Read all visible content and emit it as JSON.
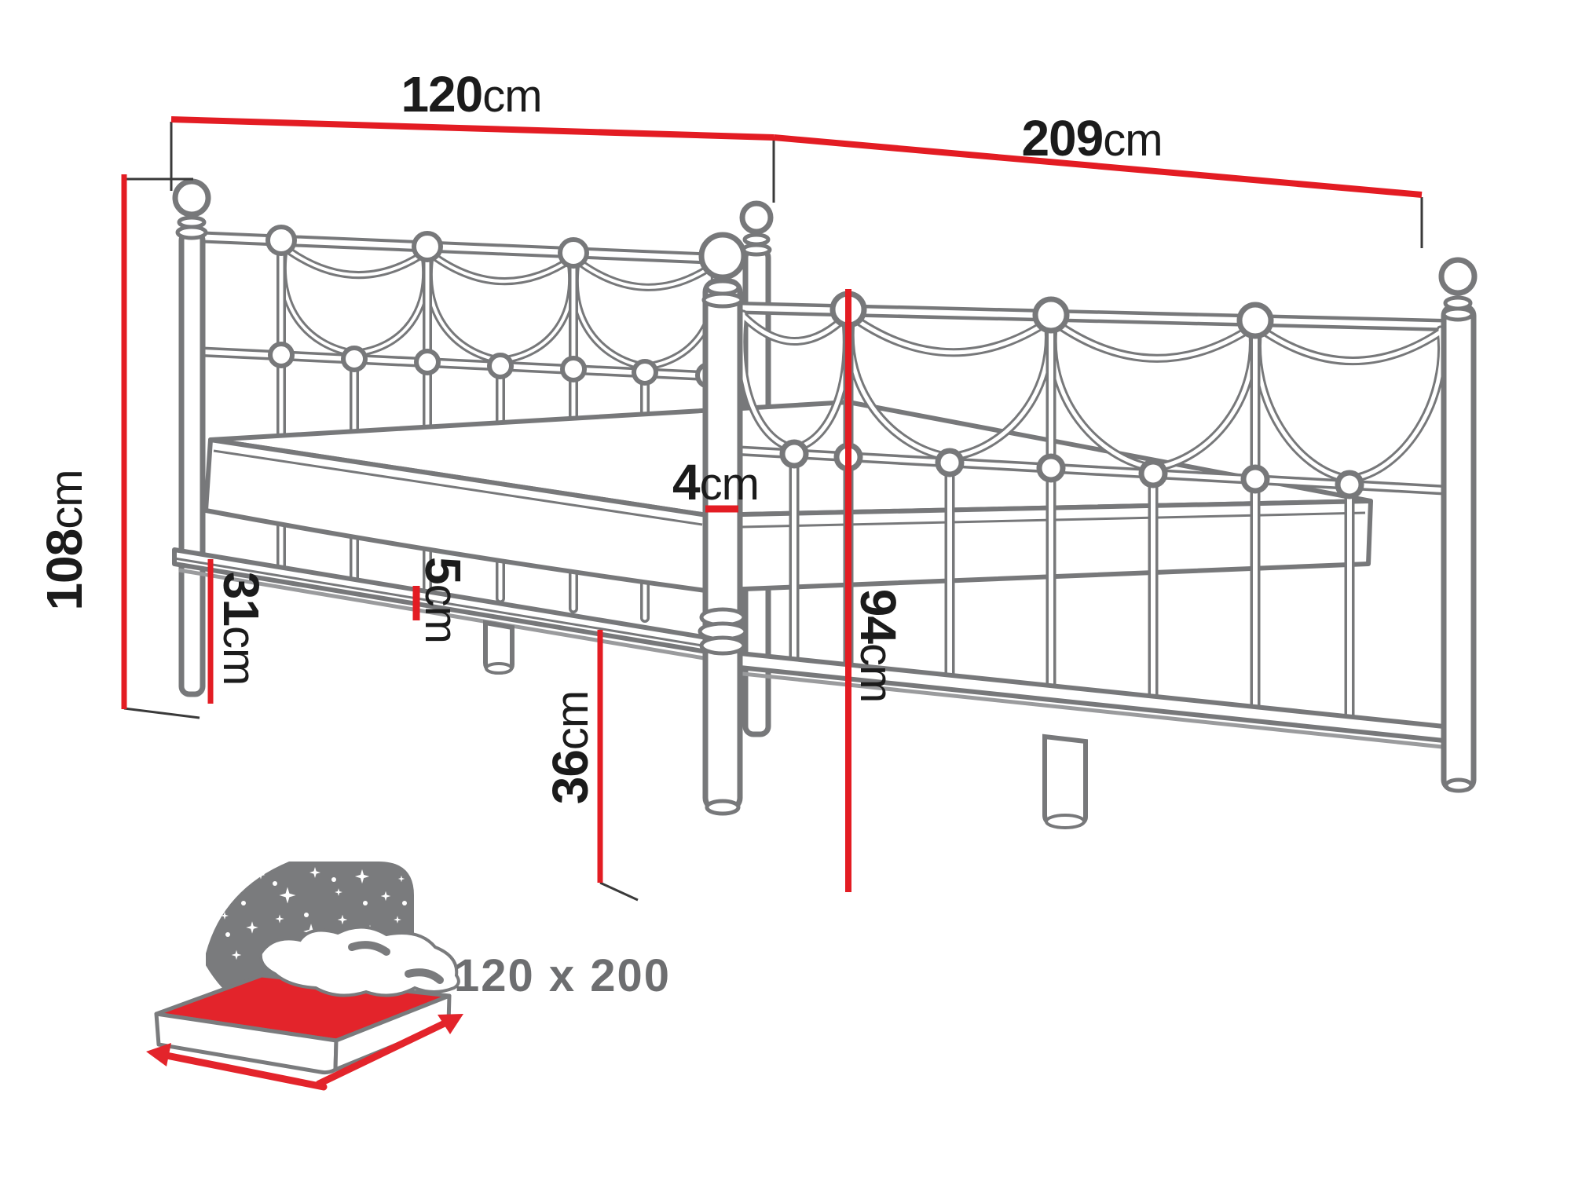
{
  "diagram_labels": {
    "headboard_width": {
      "value": "120",
      "unit": "cm"
    },
    "bed_length": {
      "value": "209",
      "unit": "cm"
    },
    "headboard_height": {
      "value": "108",
      "unit": "cm"
    },
    "side_rail_floor_gap": {
      "value": "31",
      "unit": "cm"
    },
    "side_rail_profile": {
      "value": "5",
      "unit": "cm"
    },
    "mattress_above_frame": {
      "value": "4",
      "unit": "cm"
    },
    "under_bed_clearance": {
      "value": "36",
      "unit": "cm"
    },
    "footboard_height": {
      "value": "94",
      "unit": "cm"
    }
  },
  "badge": {
    "size_text": "120 x 200"
  },
  "colors": {
    "background": "#ffffff",
    "dimension_red": "#e31c23",
    "line_art_gray": "#77787a",
    "label_black": "#1b1b1b",
    "icon_gray": "#7a7b7d",
    "icon_red": "#e3242b",
    "badge_text_gray": "#6d6e70"
  }
}
